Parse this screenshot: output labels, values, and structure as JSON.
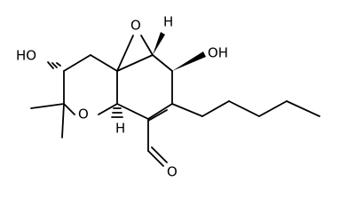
{
  "labels": {
    "ho_left": "HO",
    "oh_right": "OH",
    "o_epoxide": "O",
    "o_ring": "O",
    "h_top": "H",
    "h_bottom": "H",
    "aldehyde_o": "O"
  }
}
